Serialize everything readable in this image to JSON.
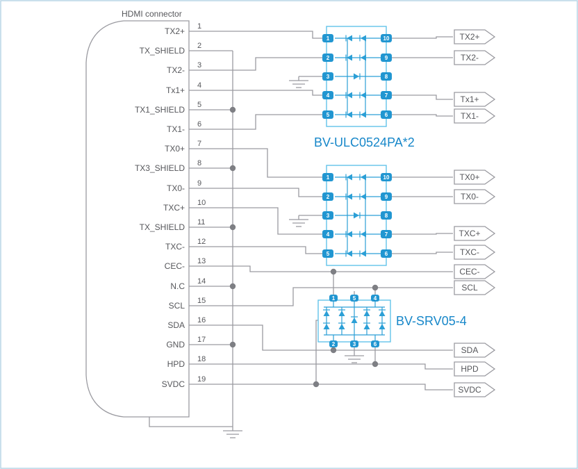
{
  "title": "HDMI connector",
  "colors": {
    "accent_blue": "#2196d1",
    "chip_outline": "#62c3ea",
    "chip_label_blue": "#1787c9",
    "wire_gray": "#9a9aa0",
    "text_gray": "#55565a"
  },
  "connector": {
    "pins": [
      {
        "number": "1",
        "label": "TX2+"
      },
      {
        "number": "2",
        "label": "TX_SHIELD"
      },
      {
        "number": "3",
        "label": "TX2-"
      },
      {
        "number": "4",
        "label": "Tx1+"
      },
      {
        "number": "5",
        "label": "TX1_SHIELD"
      },
      {
        "number": "6",
        "label": "TX1-"
      },
      {
        "number": "7",
        "label": "TX0+"
      },
      {
        "number": "8",
        "label": "TX3_SHIELD"
      },
      {
        "number": "9",
        "label": "TX0-"
      },
      {
        "number": "10",
        "label": "TXC+"
      },
      {
        "number": "11",
        "label": "TX_SHIELD"
      },
      {
        "number": "12",
        "label": "TXC-"
      },
      {
        "number": "13",
        "label": "CEC-"
      },
      {
        "number": "14",
        "label": "N.C"
      },
      {
        "number": "15",
        "label": "SCL"
      },
      {
        "number": "16",
        "label": "SDA"
      },
      {
        "number": "17",
        "label": "GND"
      },
      {
        "number": "18",
        "label": "HPD"
      },
      {
        "number": "19",
        "label": "SVDC"
      }
    ]
  },
  "ics": {
    "ulc": {
      "label": "BV-ULC0524PA*2",
      "left_pins": [
        "1",
        "2",
        "3",
        "4",
        "5"
      ],
      "right_pins": [
        "10",
        "9",
        "8",
        "7",
        "6"
      ]
    },
    "srv": {
      "label": "BV-SRV05-4",
      "top_pins": [
        "1",
        "5",
        "4"
      ],
      "bottom_pins": [
        "2",
        "3",
        "6"
      ]
    }
  },
  "outputs": [
    "TX2+",
    "TX2-",
    "Tx1+",
    "TX1-",
    "TX0+",
    "TX0-",
    "TXC+",
    "TXC-",
    "CEC-",
    "SCL",
    "SDA",
    "HPD",
    "SVDC"
  ]
}
